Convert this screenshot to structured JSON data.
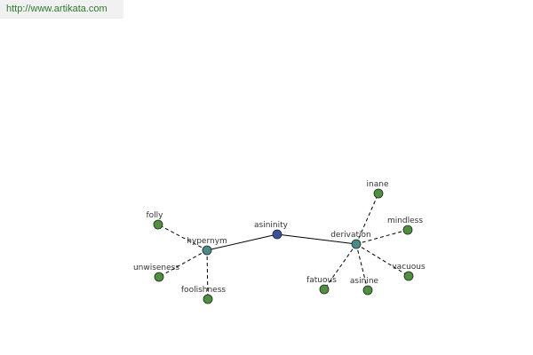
{
  "banner": {
    "url_text": "http://www.artikata.com"
  },
  "colors": {
    "center_node": "#3b4f9a",
    "relation_node": "#4c8a8a",
    "leaf_node": "#4f8f3f",
    "edge": "#000000",
    "label": "#333333"
  },
  "graph": {
    "nodes": [
      {
        "id": "asininity",
        "label": "asininity",
        "kind": "center"
      },
      {
        "id": "hypernym",
        "label": "hypernym",
        "kind": "relation"
      },
      {
        "id": "derivation",
        "label": "derivation",
        "kind": "relation"
      },
      {
        "id": "folly",
        "label": "folly",
        "kind": "leaf"
      },
      {
        "id": "unwiseness",
        "label": "unwiseness",
        "kind": "leaf"
      },
      {
        "id": "foolishness",
        "label": "foolishness",
        "kind": "leaf"
      },
      {
        "id": "inane",
        "label": "inane",
        "kind": "leaf"
      },
      {
        "id": "mindless",
        "label": "mindless",
        "kind": "leaf"
      },
      {
        "id": "vacuous",
        "label": "vacuous",
        "kind": "leaf"
      },
      {
        "id": "asinine",
        "label": "asinine",
        "kind": "leaf"
      },
      {
        "id": "fatuous",
        "label": "fatuous",
        "kind": "leaf"
      }
    ],
    "edges": [
      {
        "from": "asininity",
        "to": "hypernym",
        "style": "solid"
      },
      {
        "from": "asininity",
        "to": "derivation",
        "style": "solid"
      },
      {
        "from": "hypernym",
        "to": "folly",
        "style": "dashed"
      },
      {
        "from": "hypernym",
        "to": "unwiseness",
        "style": "dashed"
      },
      {
        "from": "hypernym",
        "to": "foolishness",
        "style": "dashed"
      },
      {
        "from": "derivation",
        "to": "inane",
        "style": "dashed"
      },
      {
        "from": "derivation",
        "to": "mindless",
        "style": "dashed"
      },
      {
        "from": "derivation",
        "to": "vacuous",
        "style": "dashed"
      },
      {
        "from": "derivation",
        "to": "asinine",
        "style": "dashed"
      },
      {
        "from": "derivation",
        "to": "fatuous",
        "style": "dashed"
      }
    ]
  }
}
